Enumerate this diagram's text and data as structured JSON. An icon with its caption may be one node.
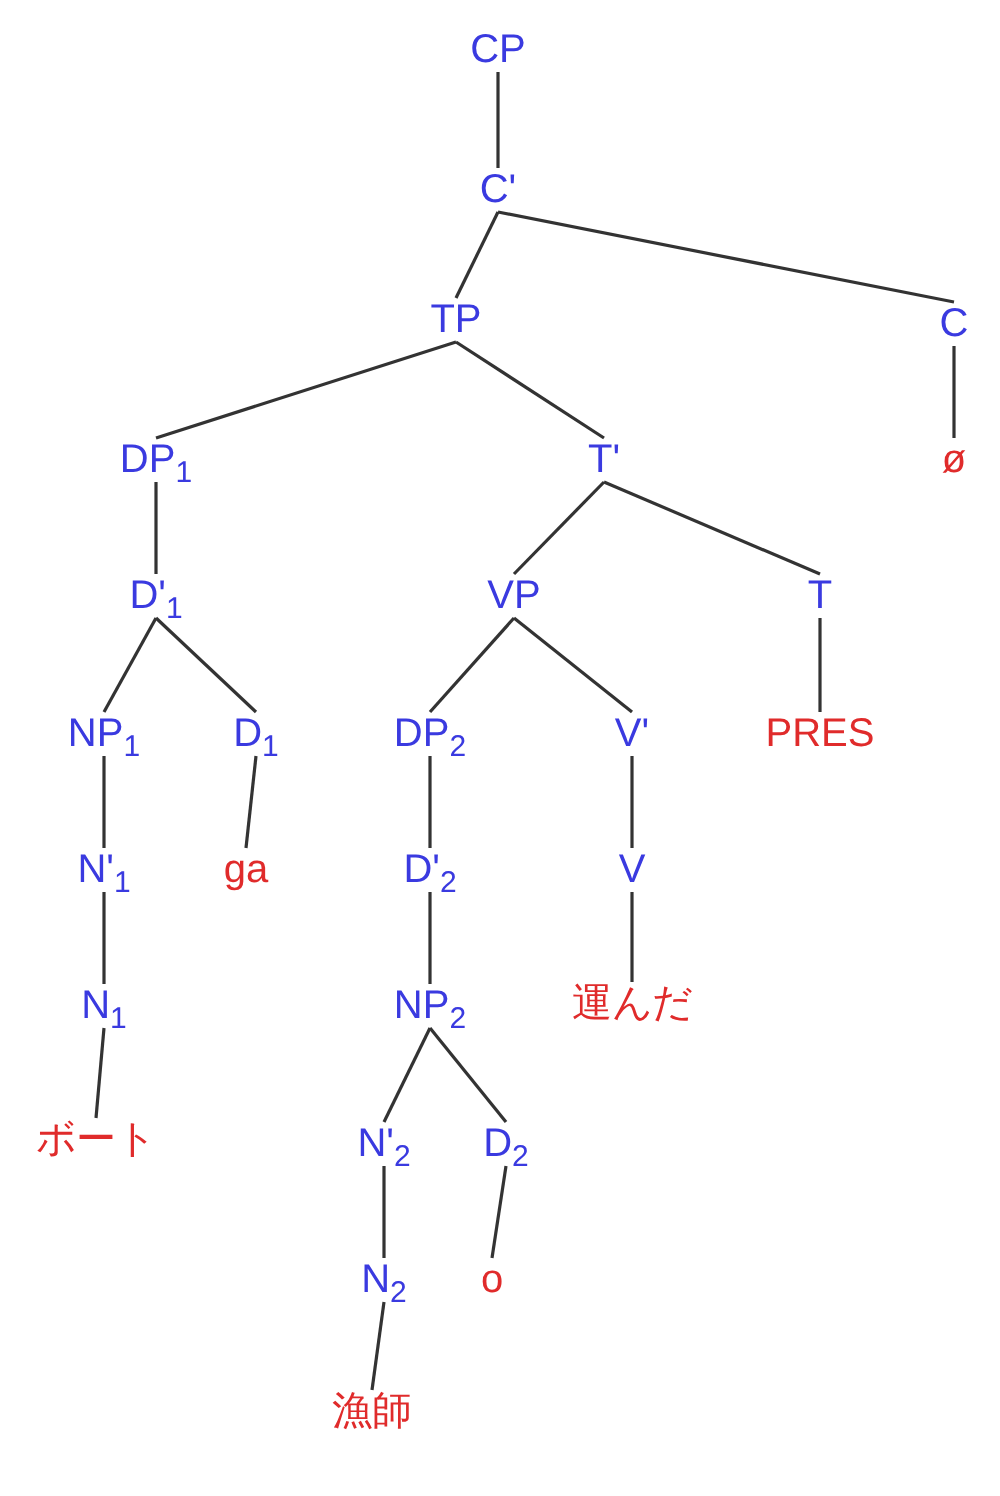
{
  "diagram": {
    "nodes": [
      {
        "text": [
          "CP"
        ]
      },
      {
        "text": [
          "C'"
        ]
      },
      {
        "text": [
          "TP"
        ]
      },
      {
        "text": [
          "C"
        ]
      },
      {
        "text": [
          "DP$_{1}$"
        ]
      },
      {
        "text": [
          "T'"
        ]
      },
      {
        "text": [
          "ø"
        ]
      },
      {
        "text": [
          "D'$_{1}$"
        ]
      },
      {
        "text": [
          "VP"
        ]
      },
      {
        "text": [
          "T"
        ]
      },
      {
        "text": [
          "NP$_{1}$"
        ]
      },
      {
        "text": [
          "D$_{1}$"
        ]
      },
      {
        "text": [
          "DP$_{2}$"
        ]
      },
      {
        "text": [
          "V'"
        ]
      },
      {
        "text": [
          "PRES"
        ]
      },
      {
        "text": [
          "N'$_{1}$"
        ]
      },
      {
        "text": [
          "ga"
        ]
      },
      {
        "text": [
          "D'$_{2}$"
        ]
      },
      {
        "text": [
          "V"
        ]
      },
      {
        "text": [
          "N$_{1}$"
        ]
      },
      {
        "text": [
          "NP$_{2}$"
        ]
      },
      {
        "text": [
          "運んだ"
        ]
      },
      {
        "text": [
          "ボート"
        ]
      },
      {
        "text": [
          "N'$_{2}$"
        ]
      },
      {
        "text": [
          "D$_{2}$"
        ]
      },
      {
        "text": [
          "N$_{2}$"
        ]
      },
      {
        "text": [
          "o"
        ]
      },
      {
        "text": [
          "漁師"
        ]
      }
    ],
    "edges": [
      {
        "from": 0,
        "to": 1,
        "arrow": "none"
      },
      {
        "from": 1,
        "to": 2,
        "arrow": "none"
      },
      {
        "from": 1,
        "to": 3,
        "arrow": "none"
      },
      {
        "from": 2,
        "to": 4,
        "arrow": "none"
      },
      {
        "from": 2,
        "to": 5,
        "arrow": "none"
      },
      {
        "from": 3,
        "to": 6,
        "arrow": "none"
      },
      {
        "from": 4,
        "to": 7,
        "arrow": "none"
      },
      {
        "from": 5,
        "to": 8,
        "arrow": "none"
      },
      {
        "from": 5,
        "to": 9,
        "arrow": "none"
      },
      {
        "from": 7,
        "to": 10,
        "arrow": "none"
      },
      {
        "from": 7,
        "to": 11,
        "arrow": "none"
      },
      {
        "from": 8,
        "to": 12,
        "arrow": "none"
      },
      {
        "from": 8,
        "to": 13,
        "arrow": "none"
      },
      {
        "from": 9,
        "to": 14,
        "arrow": "none"
      },
      {
        "from": 10,
        "to": 15,
        "arrow": "none"
      },
      {
        "from": 11,
        "to": 16,
        "arrow": "none"
      },
      {
        "from": 12,
        "to": 17,
        "arrow": "none"
      },
      {
        "from": 13,
        "to": 18,
        "arrow": "none"
      },
      {
        "from": 15,
        "to": 19,
        "arrow": "none"
      },
      {
        "from": 17,
        "to": 20,
        "arrow": "none"
      },
      {
        "from": 18,
        "to": 21,
        "arrow": "none"
      },
      {
        "from": 19,
        "to": 22,
        "arrow": "none"
      },
      {
        "from": 20,
        "to": 23,
        "arrow": "none"
      },
      {
        "from": 20,
        "to": 24,
        "arrow": "none"
      },
      {
        "from": 23,
        "to": 25,
        "arrow": "none"
      },
      {
        "from": 24,
        "to": 26,
        "arrow": "none"
      },
      {
        "from": 25,
        "to": 27,
        "arrow": "none"
      }
    ]
  }
}
